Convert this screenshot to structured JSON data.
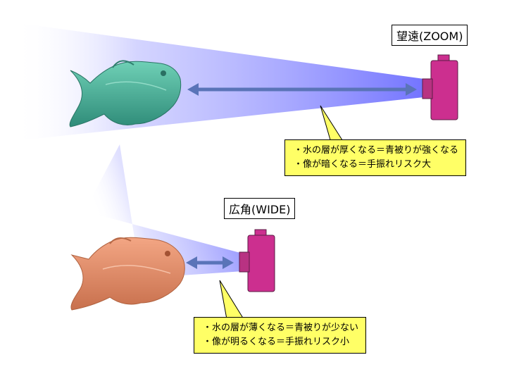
{
  "zoom": {
    "label": "望遠(ZOOM)",
    "notes": [
      "水の層が厚くなる＝青被りが強くなる",
      "像が暗くなる＝手振れリスク大"
    ]
  },
  "wide": {
    "label": "広角(WIDE)",
    "notes": [
      "水の層が薄くなる＝青被りが少ない",
      "像が明るくなる＝手振れリスク小"
    ]
  },
  "colors": {
    "beam": "#8a8cff",
    "arrow": "#5a74b8",
    "camera": "#cc2f8f",
    "camera_lens": "#b83282",
    "fish_zoom": "#3fa58f",
    "fish_wide": "#df8a63",
    "callout_bg": "#ffff66"
  }
}
